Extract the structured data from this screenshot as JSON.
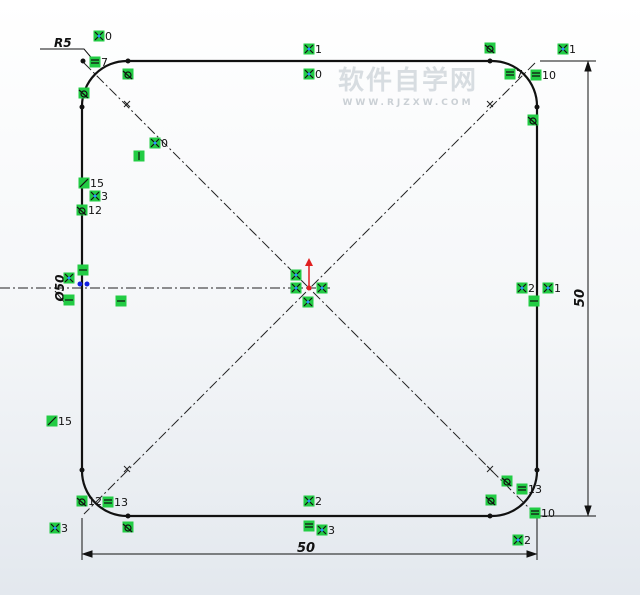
{
  "watermark": {
    "title": "软件自学网",
    "url": "WWW.RJZXW.COM"
  },
  "dimensions": {
    "radius": "R5",
    "height": "50",
    "width": "50",
    "diameter": "Ø50"
  },
  "colors": {
    "relation_badge": "#22cc44",
    "sketch_line": "#111111",
    "origin_arrow": "#e02020",
    "point_marker": "#1020e0"
  },
  "relations": [
    {
      "type": "coincident",
      "label": "0"
    },
    {
      "type": "coincident",
      "label": "1"
    },
    {
      "type": "tangent",
      "label": ""
    },
    {
      "type": "coincident",
      "label": "1"
    },
    {
      "type": "equal",
      "label": "7"
    },
    {
      "type": "tangent",
      "label": ""
    },
    {
      "type": "coincident",
      "label": "0"
    },
    {
      "type": "equal",
      "label": "7"
    },
    {
      "type": "equal",
      "label": "10"
    },
    {
      "type": "tangent",
      "label": ""
    },
    {
      "type": "tangent",
      "label": ""
    },
    {
      "type": "coincident",
      "label": "0"
    },
    {
      "type": "vertical",
      "label": ""
    },
    {
      "type": "collinear",
      "label": "15"
    },
    {
      "type": "coincident",
      "label": "3"
    },
    {
      "type": "tangent",
      "label": "12"
    },
    {
      "type": "horizontal",
      "label": ""
    },
    {
      "type": "coincident",
      "label": ""
    },
    {
      "type": "coincident",
      "label": ""
    },
    {
      "type": "coincident",
      "label": ""
    },
    {
      "type": "coincident",
      "label": ""
    },
    {
      "type": "coincident",
      "label": "2"
    },
    {
      "type": "coincident",
      "label": "1"
    },
    {
      "type": "horizontal",
      "label": ""
    },
    {
      "type": "horizontal",
      "label": ""
    },
    {
      "type": "coincident",
      "label": ""
    },
    {
      "type": "horizontal",
      "label": ""
    },
    {
      "type": "collinear",
      "label": "15"
    },
    {
      "type": "tangent",
      "label": ""
    },
    {
      "type": "equal",
      "label": "13"
    },
    {
      "type": "tangent",
      "label": ""
    },
    {
      "type": "tangent",
      "label": "12"
    },
    {
      "type": "equal",
      "label": "13"
    },
    {
      "type": "coincident",
      "label": "2"
    },
    {
      "type": "tangent",
      "label": ""
    },
    {
      "type": "equal",
      "label": ""
    },
    {
      "type": "coincident",
      "label": "3"
    },
    {
      "type": "equal",
      "label": "10"
    },
    {
      "type": "coincident",
      "label": "3"
    },
    {
      "type": "coincident",
      "label": "2"
    }
  ]
}
